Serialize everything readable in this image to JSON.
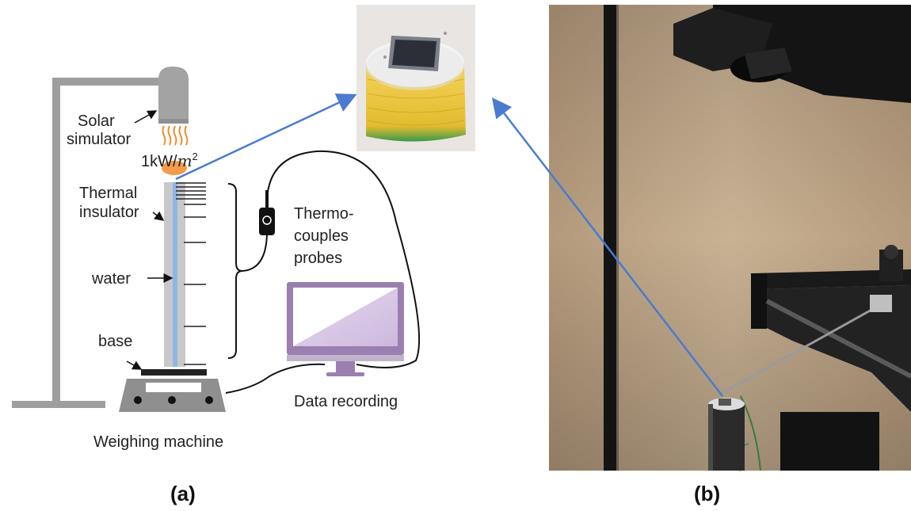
{
  "panel_a": {
    "caption": "(a)",
    "labels": {
      "solar_simulator_line1": "Solar",
      "solar_simulator_line2": "simulator",
      "irradiance_value": "1kW/",
      "irradiance_unit": "m",
      "irradiance_exponent": "2",
      "thermal_insulator_line1": "Thermal",
      "thermal_insulator_line2": "insulator",
      "water": "water",
      "base": "base",
      "thermocouples_line1": "Thermo-",
      "thermocouples_line2": "couples",
      "thermocouples_line3": "probes",
      "data_recording": "Data recording",
      "weighing_machine": "Weighing machine"
    }
  },
  "panel_b": {
    "caption": "(b)"
  },
  "colors": {
    "arrow_blue": "#4a7bd0",
    "insulator_gray": "#c8c8c8",
    "water_blue": "#8fb6e8",
    "stand_gray": "#9e9e9e",
    "sun_orange": "#f08a2a",
    "monitor_purple": "#9a7fb0",
    "sponge_yellow": "#e6c43a"
  },
  "icons": [
    "solar-simulator-icon",
    "thermocouple-plug-icon",
    "monitor-icon",
    "weighing-machine-icon",
    "sample-icon"
  ]
}
